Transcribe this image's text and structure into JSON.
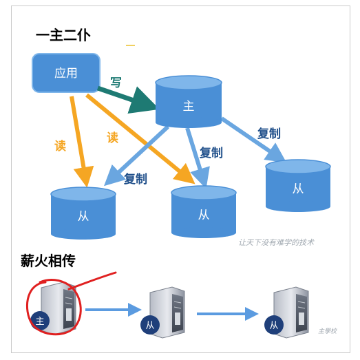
{
  "titles": {
    "top": "一主二仆",
    "bottom": "薪火相传"
  },
  "nodes": {
    "app": "应用",
    "master": "主",
    "slave": "从"
  },
  "edge_labels": {
    "write": "写",
    "read": "读",
    "replicate": "复制"
  },
  "servers": {
    "master_badge": "主",
    "slave_badge": "从"
  },
  "watermark": "让天下没有难学的技术",
  "colors": {
    "node_blue": "#4a8fd6",
    "node_top": "#7fb6ea",
    "write_arrow": "#1e7a73",
    "read_arrow": "#f5a623",
    "replicate_arrow": "#6aa6e0",
    "read_label": "#f5a623",
    "write_label": "#1e7a73",
    "replicate_label": "#1f4f8a",
    "circle_red": "#e02020"
  }
}
